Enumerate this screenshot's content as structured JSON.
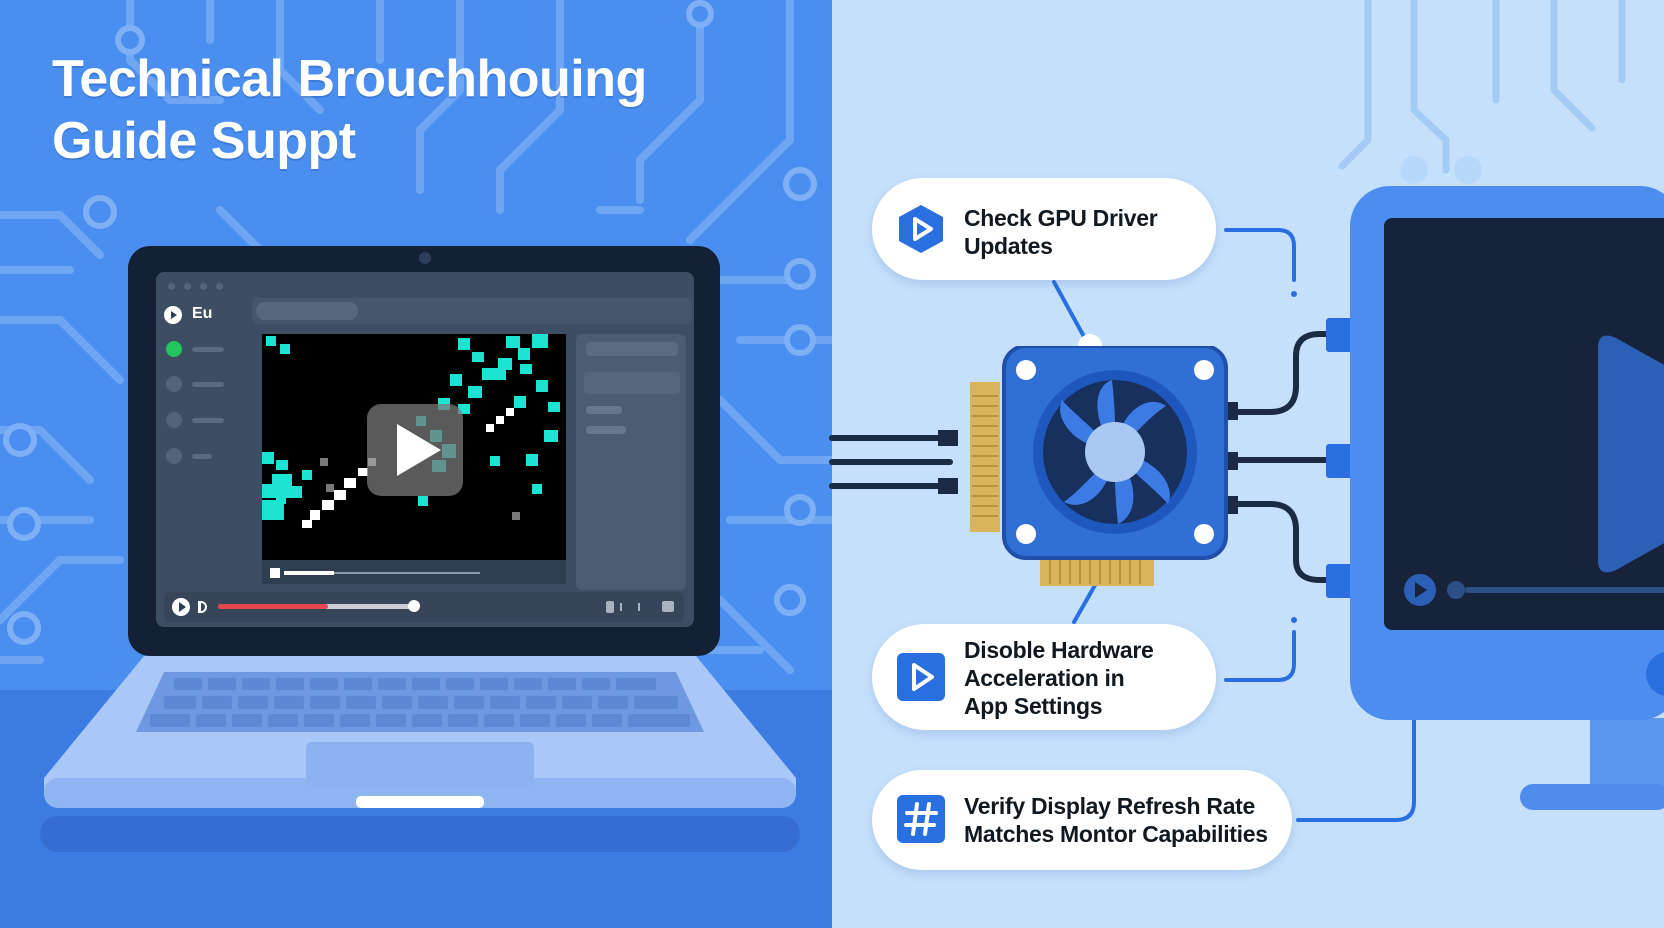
{
  "title": {
    "line1": "Technical Brouchhouing",
    "line2": "Guide Suppt"
  },
  "laptop": {
    "app_name": "Eu"
  },
  "steps": [
    {
      "icon": "play-hexagon-icon",
      "line1": "Check GPU Driver",
      "line2": "Updates",
      "line3": ""
    },
    {
      "icon": "play-square-icon",
      "line1": "Disoble Hardware",
      "line2": "Acceleration in",
      "line3": "App Settings"
    },
    {
      "icon": "hash-icon",
      "line1": "Verify Display Refresh Rate",
      "line2": "Matches Montor Capabilities",
      "line3": ""
    }
  ],
  "colors": {
    "left_background": "#4a8ff0",
    "right_background": "#c6e0fb",
    "accent_blue": "#2a6fe0",
    "gpu_blue": "#2f6fd6",
    "gpu_fan": "#17305e",
    "gold": "#d9b45b",
    "progress_red": "#e3474d",
    "teal": "#1de3d2"
  }
}
